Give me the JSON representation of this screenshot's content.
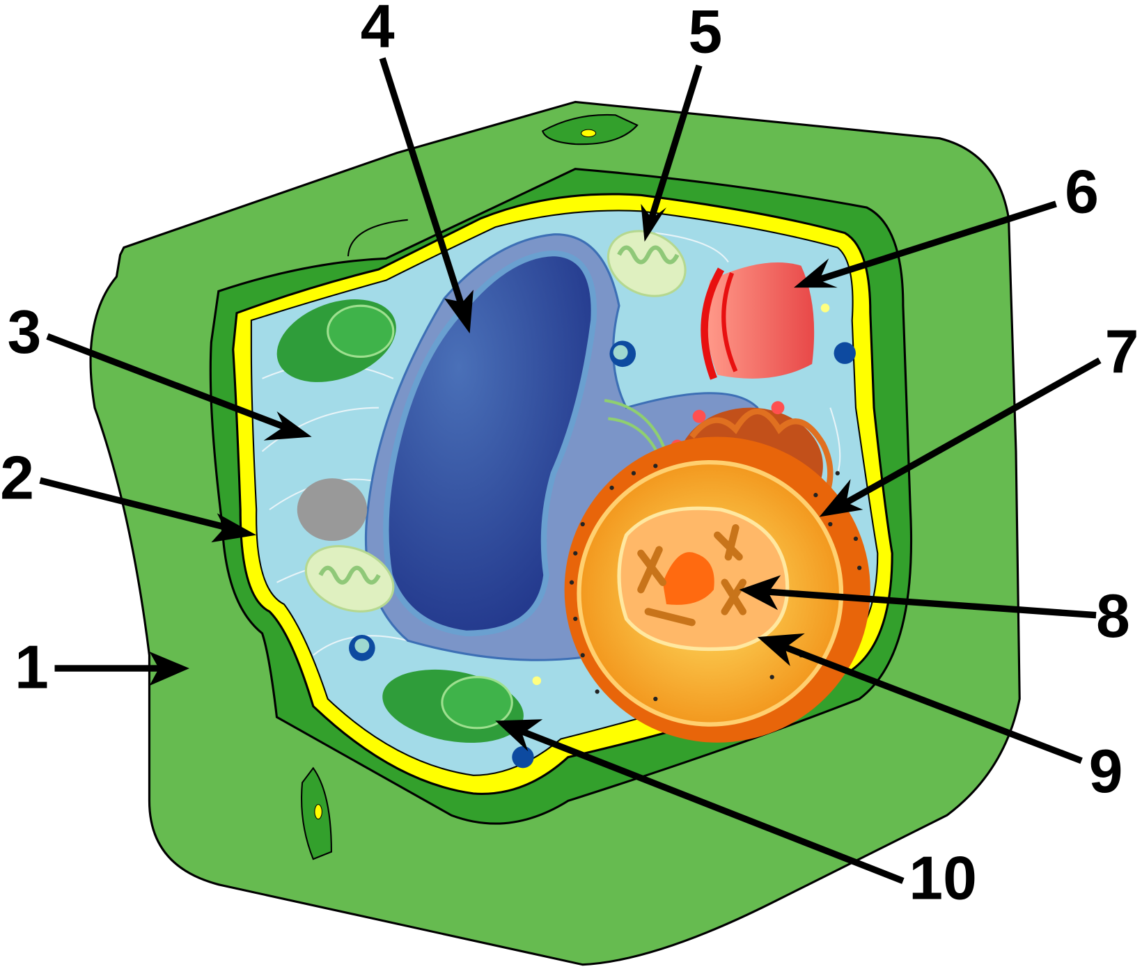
{
  "diagram": {
    "colors": {
      "cell_wall": "#66bb50",
      "wall_dark": "#33a02c",
      "membrane": "#ffff00",
      "cytoplasm": "#a3dbe8",
      "vacuole": "#2b4aa0",
      "nucleus": "#f7a11a",
      "golgi": "#ef4f4f",
      "chloroplast": "#2f9d3a"
    },
    "labels": [
      {
        "id": "1",
        "text": "1"
      },
      {
        "id": "2",
        "text": "2"
      },
      {
        "id": "3",
        "text": "3"
      },
      {
        "id": "4",
        "text": "4"
      },
      {
        "id": "5",
        "text": "5"
      },
      {
        "id": "6",
        "text": "6"
      },
      {
        "id": "7",
        "text": "7"
      },
      {
        "id": "8",
        "text": "8"
      },
      {
        "id": "9",
        "text": "9"
      },
      {
        "id": "10",
        "text": "10"
      }
    ]
  }
}
